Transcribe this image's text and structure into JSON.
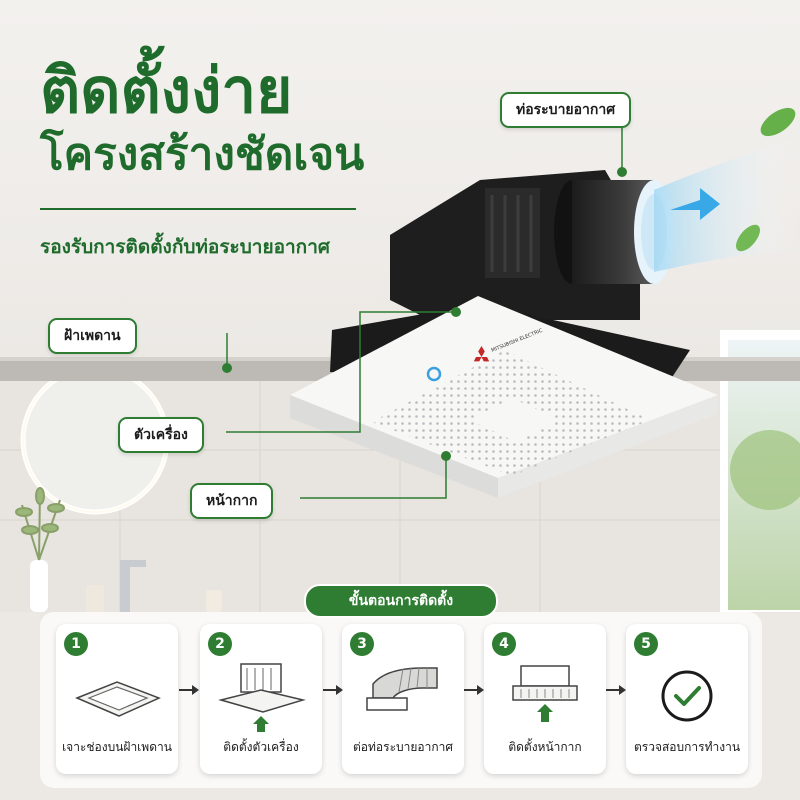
{
  "headline": {
    "line1": "ติดตั้งง่าย",
    "line2": "โครงสร้างชัดเจน"
  },
  "subtitle": "รองรับการติดตั้งกับท่อระบายอากาศ",
  "callouts": {
    "duct": "ท่อระบายอากาศ",
    "ceiling": "ฝ้าเพดาน",
    "body": "ตัวเครื่อง",
    "grille": "หน้ากาก"
  },
  "brand_logo_text": "MITSUBISHI ELECTRIC",
  "steps": {
    "title": "ขั้นตอนการติดตั้ง",
    "items": [
      {
        "num": "1",
        "label": "เจาะช่องบนฝ้าเพดาน"
      },
      {
        "num": "2",
        "label": "ติดตั้งตัวเครื่อง"
      },
      {
        "num": "3",
        "label": "ต่อท่อระบายอากาศ"
      },
      {
        "num": "4",
        "label": "ติดตั้งหน้ากาก"
      },
      {
        "num": "5",
        "label": "ตรวจสอบการทำงาน"
      }
    ]
  },
  "colors": {
    "brand_green": "#2e7d32",
    "headline_green": "#1f6b2c"
  }
}
